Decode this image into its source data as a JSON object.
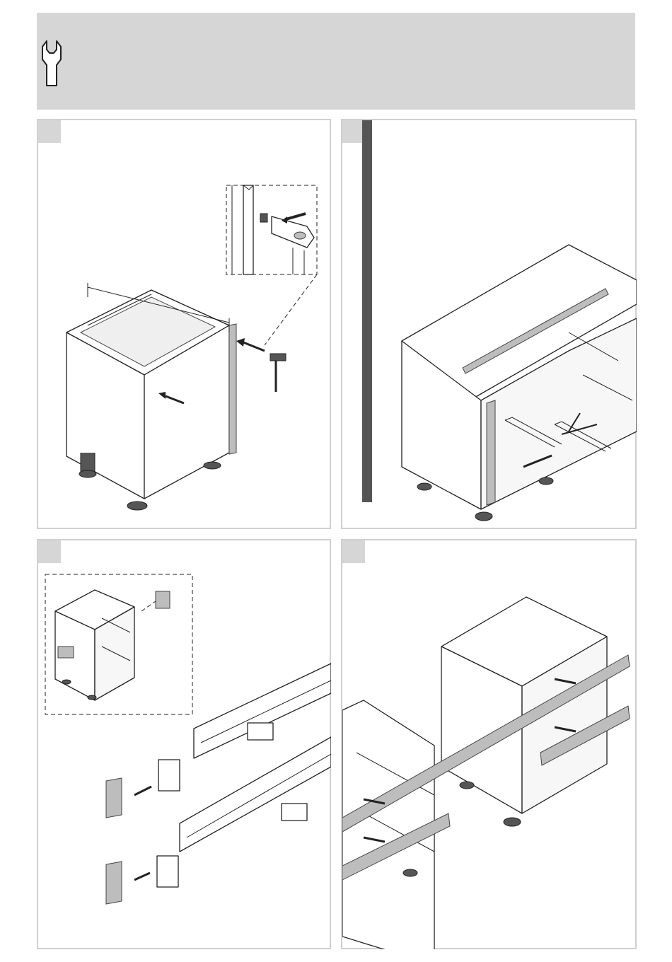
{
  "header": {
    "icon": "wrench-icon",
    "background": "#d6d6d6"
  },
  "steps": [
    {
      "number": "",
      "illustration": "base-cabinet-level-adjustment"
    },
    {
      "number": "",
      "illustration": "cabinets-against-wall-with-spirit-level"
    },
    {
      "number": "",
      "illustration": "plinth-connector-bracket-assembly"
    },
    {
      "number": "",
      "illustration": "plinth-rails-fitted-to-cabinets"
    }
  ]
}
